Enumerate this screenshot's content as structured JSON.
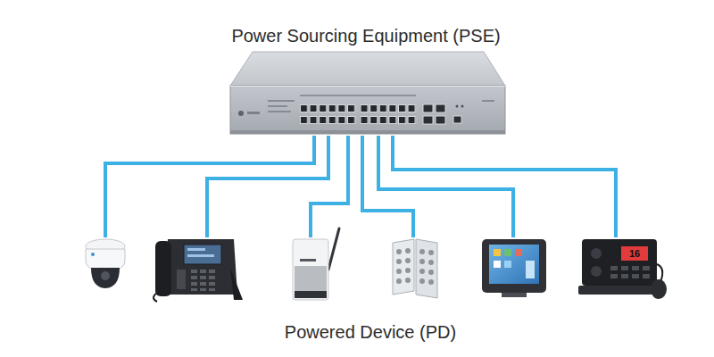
{
  "diagram": {
    "nodes": [
      {
        "text": [
          "Power Sourcing Equipment (PSE)"
        ]
      },
      {
        "text": [
          "Powered Device (PD)"
        ]
      }
    ],
    "edges": [
      {
        "from": 0,
        "to": 1,
        "arrow": "none"
      },
      {
        "from": 0,
        "to": 1,
        "arrow": "none"
      },
      {
        "from": 0,
        "to": 1,
        "arrow": "none"
      },
      {
        "from": 0,
        "to": 1,
        "arrow": "none"
      },
      {
        "from": 0,
        "to": 1,
        "arrow": "none"
      },
      {
        "from": 0,
        "to": 1,
        "arrow": "none"
      }
    ],
    "labels": [
      "16"
    ]
  }
}
